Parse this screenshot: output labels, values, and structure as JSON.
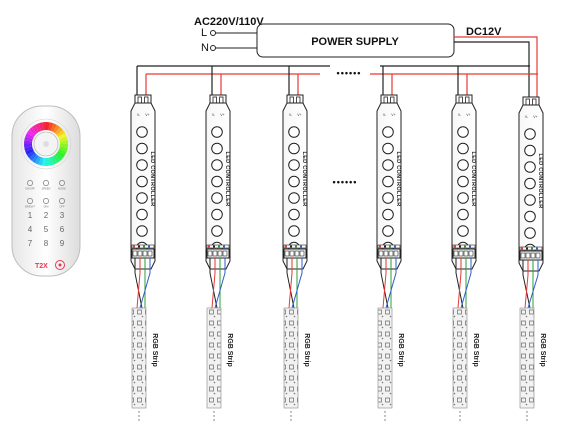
{
  "power": {
    "input_label": "AC220V/110V",
    "output_label": "DC12V",
    "box_label": "POWER SUPPLY",
    "l_terminal": "L",
    "n_terminal": "N"
  },
  "ellipsis": "••••••",
  "controller_label": "LED CONTROLLER",
  "controller_power_marks": [
    "V-",
    "V+"
  ],
  "strip_label": "RGB Strip",
  "remote": {
    "brand": "T2X",
    "row1": [
      "ON/OFF",
      "SPEED",
      "MODE"
    ],
    "row2": [
      "BRIGHT",
      "DIM",
      "OFF"
    ],
    "keys": [
      "1",
      "2",
      "3",
      "4",
      "5",
      "6",
      "7",
      "8",
      "9"
    ]
  },
  "colors": {
    "wire_red": "#e53935",
    "wire_black": "#222222",
    "wire_green": "#2e9c3a",
    "wire_blue": "#2d5fd0"
  },
  "icons": [
    "power-icon",
    "speed-icon",
    "mode-icon",
    "brightness-icon",
    "dim-icon",
    "off-icon",
    "wifi-icon",
    "color-wheel-icon"
  ]
}
